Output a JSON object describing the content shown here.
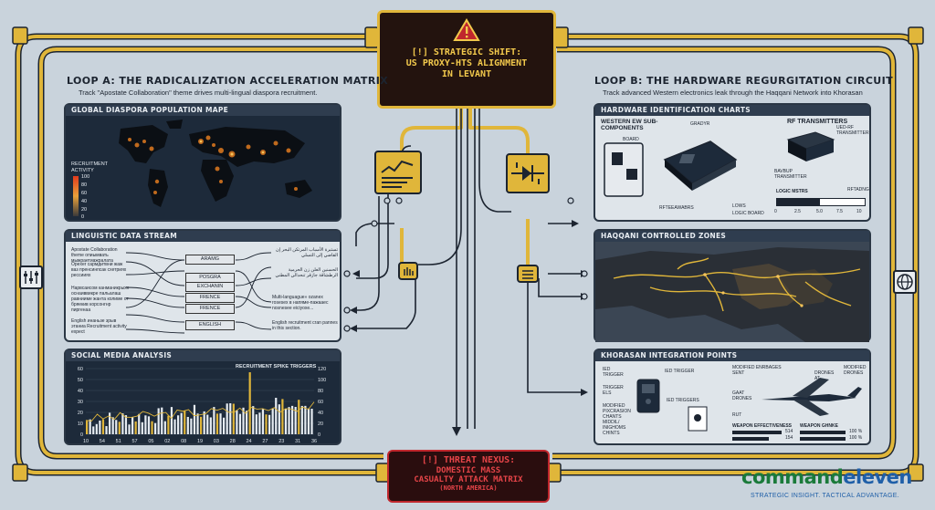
{
  "colors": {
    "gold": "#e0b63a",
    "panel": "#1d2a3a",
    "alert_red": "#c0272d",
    "bg": "#c9d3dc",
    "brand_green": "#1a7a3a",
    "brand_blue": "#1f5fa8"
  },
  "top_box": {
    "icon": "warning-triangle-icon",
    "line1": "[!] STRATEGIC SHIFT:",
    "line2": "US PROXY-HTS ALIGNMENT",
    "line3": "IN LEVANT"
  },
  "bottom_box": {
    "line1": "[!] THREAT NEXUS:",
    "line2": "DOMESTIC MASS",
    "line3": "CASUALTY ATTACK MATRIX",
    "line4": "(NORTH AMERICA)"
  },
  "loop_a": {
    "title": "LOOP A: THE RADICALIZATION ACCELERATION MATRIX",
    "subtitle": "Track \"Apostate Collaboration\" theme drives multi-lingual diaspora recruitment."
  },
  "loop_b": {
    "title": "LOOP B: THE HARDWARE REGURGITATION CIRCUIT",
    "subtitle": "Track advanced Western electronics leak through the Haqqani Network into Khorasan"
  },
  "panels": {
    "diaspora": {
      "title": "GLOBAL DIASPORA POPULATION MAPE",
      "legend_title": "RECRUITMENT ACTIVITY",
      "legend_ticks": [
        "100",
        "80",
        "60",
        "40",
        "20",
        "0"
      ]
    },
    "linguistic": {
      "title": "LINGUISTIC DATA STREAM",
      "left_texts": [
        "Apostate Collaboration theme опиымвать мыжраетиажралата",
        "Opexer сармдитвни жаж ваз пренсинпсак схетриях рессииях",
        "Нарвсаисом канманикрыхх оснаиввикре пальалаш равнииме жанта колиме от бряекив корсонгнр пиргенаа",
        "English инаньзе зрыв этаниа Recruitment activity expect"
      ],
      "chips": [
        "ARAMG",
        "POSGRA",
        "EXCHANIN",
        "FRENCE",
        "FRENCE",
        "ENGLISH"
      ],
      "right_texts": [
        "تستبرة الأسباب المرتكن البحر إن القاضي إلى التسلي",
        "الحسنين العلن زن الحرمية الرطشاقة جازقر تنحدالي المطني",
        "Multi-languague» ozanex rosesex в напяме-пажааес nosnesee eiciyoxe...",
        "English recruitment cran pannes in this section."
      ]
    },
    "social": {
      "title": "SOCIAL MEDIA ANALYSIS",
      "inner_title": "RECRUITMENT SPIKE TRIGGERS",
      "y_left": [
        "60",
        "50",
        "40",
        "30",
        "20",
        "10",
        "0"
      ],
      "y_right": [
        "120",
        "100",
        "80",
        "60",
        "40",
        "20",
        "0"
      ],
      "x_ticks": [
        "10",
        "54",
        "51",
        "57",
        "05",
        "02",
        "08",
        "19",
        "03",
        "28",
        "24",
        "27",
        "23",
        "31",
        "36"
      ]
    },
    "hardware": {
      "title": "HARDWARE IDENTIFICATION CHARTS",
      "label_west": "WESTERN EW SUB-COMPONENTS",
      "label_board": "BOARD",
      "label_gradyr": "GRADYR",
      "label_rft": "RFTEEAWABRS",
      "label_logic": "LOGIC BOARD",
      "label_lows": "LOWS",
      "label_rf": "RF TRANSMITTERS",
      "label_ued": "UED-RF TRANSMITTER",
      "label_bavbup": "BAVBUP TRANSMITTER",
      "label_logic_mstrs": "LOGIC MSTRS",
      "label_rftadng": "RFTADNG",
      "bar_ticks": [
        "0",
        "2.5",
        "5.0",
        "7.5",
        "10"
      ]
    },
    "haqqani": {
      "title": "HAQQANI CONTROLLED ZONES"
    },
    "khorasan": {
      "title": "KHORASAN INTEGRATION POINTS",
      "labels": [
        "IED TRIGGER",
        "IED TRIGGER",
        "TRIGGER ELS",
        "IED TRIGGERS",
        "MODIFIED PIXCRASION CHANTS",
        "MODIFIED ENRBAGES SENT",
        "DRONES AT",
        "GAAT DRONES",
        "MODIFIED DRONES",
        "RUT",
        "MIDDIL/ INIGHOMS CHINTS",
        "WEAPON EFFECTIVENESS",
        "WEAPON GHNKE"
      ],
      "bars": [
        {
          "label": "WEAPON EFFECTIVENESS",
          "value": "514"
        },
        {
          "label": "",
          "value": "154"
        }
      ],
      "pct": [
        "100 %",
        "100 %"
      ]
    }
  },
  "brand": {
    "part1": "command",
    "part2": "eleven",
    "tagline": "STRATEGIC INSIGHT. TACTICAL ADVANTAGE."
  }
}
